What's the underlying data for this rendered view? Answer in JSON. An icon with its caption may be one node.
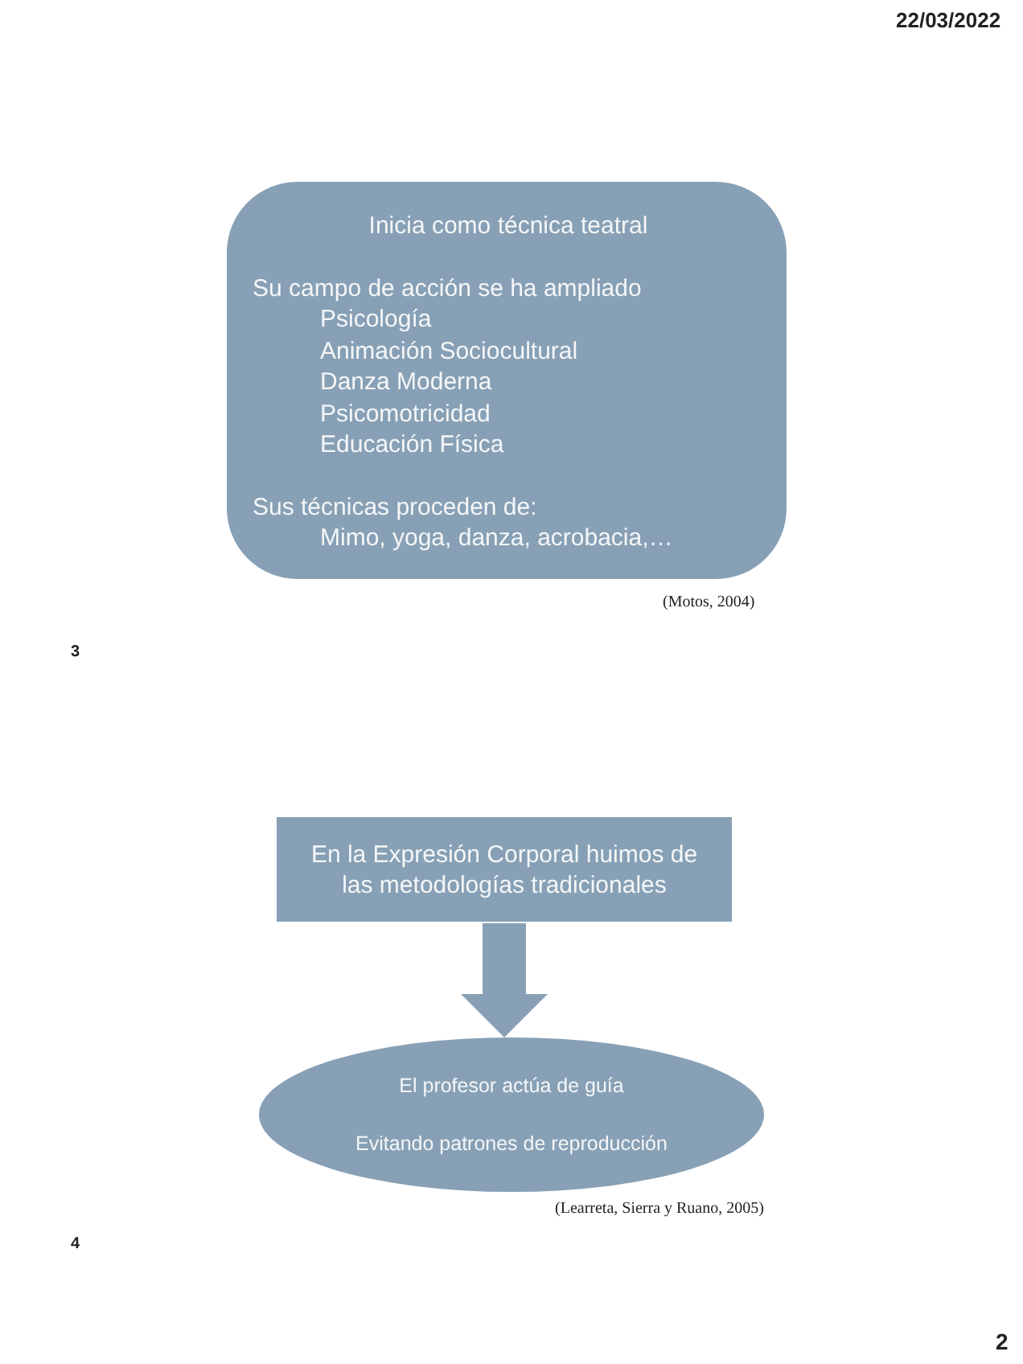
{
  "diagram": {
    "nodes": [
      {
        "text": [
          "Inicia como técnica teatral",
          "Su campo de acción se ha ampliado",
          "Psicología",
          "Animación Sociocultural",
          "Danza Moderna",
          "Psicomotricidad",
          "Educación Física",
          "Sus técnicas proceden de:",
          "Mimo, yoga, danza, acrobacia,…"
        ]
      },
      {
        "text": [
          "En la Expresión Corporal huimos de las metodologías tradicionales"
        ]
      },
      {
        "text": [
          "El profesor actúa de guía",
          "Evitando patrones de reproducción"
        ]
      }
    ],
    "edges": [
      {
        "from": 1,
        "to": 2,
        "arrow": "to"
      }
    ],
    "labels": [
      "22/03/2022",
      "(Motos, 2004)",
      "3",
      "(Learreta, Sierra y Ruano, 2005)",
      "4",
      "2"
    ]
  }
}
